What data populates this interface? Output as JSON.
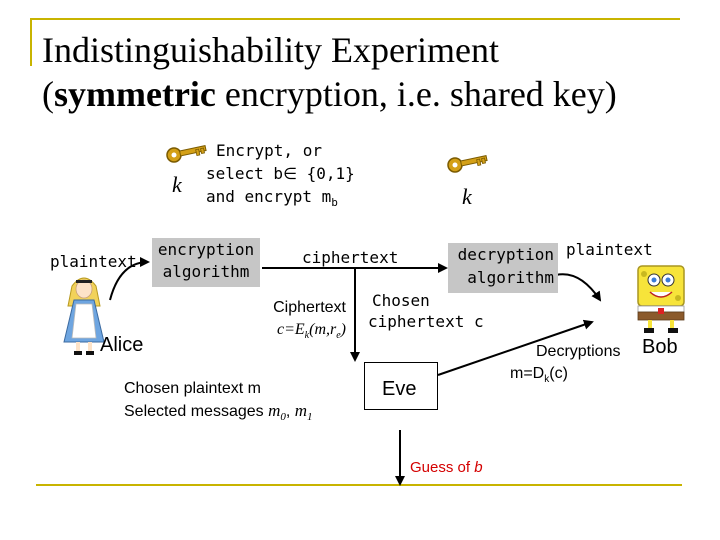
{
  "title": {
    "line1": "Indistinguishability Experiment",
    "line2_open": "(",
    "line2_bold": "symmetric",
    "line2_rest": " encryption, i.e. shared key)"
  },
  "key_left": "k",
  "key_right": "k",
  "encrypt_note": {
    "line1": "Encrypt, or",
    "line2_a": "select b",
    "line2_sym": "∈",
    "line2_b": " {0,1}",
    "line3_a": "and encrypt m",
    "line3_sub": "b"
  },
  "plaintext_left": "plaintext",
  "plaintext_right": "plaintext",
  "encryption_box": {
    "line1": "encryption",
    "line2": "algorithm"
  },
  "decryption_box": {
    "line1": "decryption",
    "line2": "algorithm"
  },
  "ciphertext_label": "ciphertext",
  "chosen_cipher": {
    "line1": "Chosen",
    "line2": "ciphertext c"
  },
  "ciphertext_formula": {
    "line1": "Ciphertext",
    "line2_a": "c=E",
    "line2_sub_k": "k",
    "line2_b": "(m,r",
    "line2_sub_e": "e",
    "line2_c": ")"
  },
  "alice_label": "Alice",
  "bob_label": "Bob",
  "eve_label": "Eve",
  "chosen_plain": {
    "line1": "Chosen plaintext m",
    "line2_a": "Selected messages ",
    "line2_m0": "m",
    "line2_sub0": "0",
    "line2_sep": ", ",
    "line2_m1": "m",
    "line2_sub1": "1"
  },
  "decryptions": {
    "line1": "Decryptions",
    "line2_a": "m=D",
    "line2_sub": "k",
    "line2_b": "(c)"
  },
  "guess": {
    "prefix": "Guess of ",
    "var": "b"
  },
  "colors": {
    "accent_rule": "#c8b400",
    "box_fill": "#c6c6c6",
    "guess_red": "#d40000",
    "key_gold": "#b8860b"
  }
}
